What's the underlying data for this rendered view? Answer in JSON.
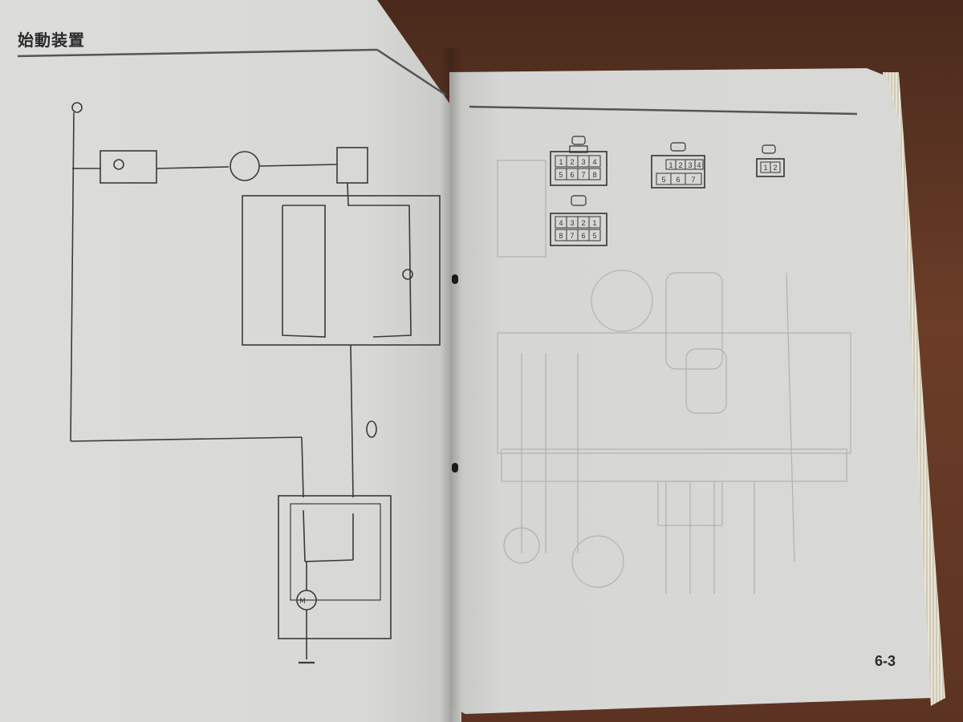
{
  "photo": {
    "left_page": {
      "title": "始動装置"
    },
    "right_page": {
      "page_number": "6-3"
    },
    "connectors": [
      {
        "pins_top": [
          "1",
          "2",
          "3",
          "4"
        ],
        "pins_bottom": [
          "5",
          "6",
          "7",
          "8"
        ]
      },
      {
        "pins_top": [
          "1",
          "2",
          "3",
          "4"
        ],
        "pins_bottom": [
          "5",
          "6",
          "7"
        ]
      },
      {
        "pins_top": [
          "1",
          "2"
        ],
        "pins_bottom": []
      },
      {
        "pins_top": [
          "4",
          "3",
          "2",
          "1"
        ],
        "pins_bottom": [
          "8",
          "7",
          "6",
          "5"
        ]
      }
    ],
    "motor_label": "M"
  }
}
